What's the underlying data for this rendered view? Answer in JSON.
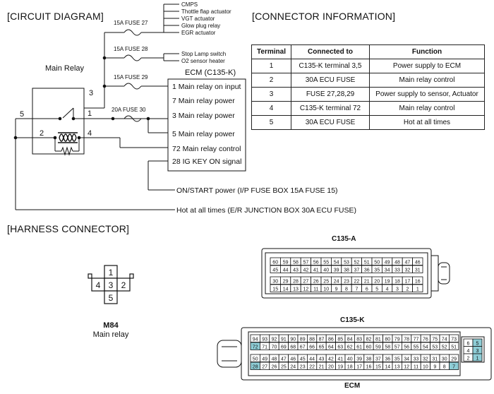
{
  "sections": {
    "circuit": "[CIRCUIT DIAGRAM]",
    "connector": "[CONNECTOR INFORMATION]",
    "harness": "[HARNESS CONNECTOR]"
  },
  "relay": {
    "title": "Main Relay",
    "pins": [
      "1",
      "2",
      "3",
      "4",
      "5"
    ]
  },
  "fuses": {
    "f27": "15A FUSE 27",
    "f28": "15A FUSE 28",
    "f29": "15A FUSE 29",
    "f30": "20A FUSE 30"
  },
  "loads27": [
    "CMPS",
    "Thottle flap actuator",
    "VGT actuator",
    "Glow plug relay",
    "EGR actuator"
  ],
  "loads28": [
    "Stop Lamp switch",
    "O2 sensor heater"
  ],
  "ecm_box": {
    "title": "ECM (C135-K)",
    "pins": [
      "1 Main relay on input",
      "7 Main relay power",
      "3 Main relay power",
      "5 Main relay power",
      "72 Main relay control",
      "28 IG KEY ON signal"
    ]
  },
  "bottom_labels": {
    "on_start": "ON/START power (I/P FUSE BOX 15A FUSE 15)",
    "hot": "Hot at all times (E/R JUNCTION BOX 30A ECU FUSE)"
  },
  "connector_table": {
    "headers": [
      "Terminal",
      "Connected to",
      "Function"
    ],
    "rows": [
      [
        "1",
        "C135-K terminal 3,5",
        "Power supply to ECM"
      ],
      [
        "2",
        "30A ECU FUSE",
        "Main relay control"
      ],
      [
        "3",
        "FUSE 27,28,29",
        "Power supply to sensor, Actuator"
      ],
      [
        "4",
        "C135-K terminal 72",
        "Main relay control"
      ],
      [
        "5",
        "30A ECU FUSE",
        "Hot at all times"
      ]
    ]
  },
  "m84": {
    "pins": [
      "1",
      "4",
      "3",
      "2",
      "5"
    ],
    "id": "M84",
    "name": "Main relay"
  },
  "c135a": {
    "title": "C135-A",
    "row1": [
      "60",
      "59",
      "58",
      "57",
      "56",
      "55",
      "54",
      "53",
      "52",
      "51",
      "50",
      "49",
      "48",
      "47",
      "46"
    ],
    "row2": [
      "45",
      "44",
      "43",
      "42",
      "41",
      "40",
      "39",
      "38",
      "37",
      "36",
      "35",
      "34",
      "33",
      "32",
      "31"
    ],
    "row3": [
      "30",
      "29",
      "28",
      "27",
      "26",
      "25",
      "24",
      "23",
      "22",
      "21",
      "20",
      "19",
      "18",
      "17",
      "16"
    ],
    "row4": [
      "15",
      "14",
      "13",
      "12",
      "11",
      "10",
      "9",
      "8",
      "7",
      "6",
      "5",
      "4",
      "3",
      "2",
      "1"
    ]
  },
  "c135k": {
    "title": "C135-K",
    "row1": [
      "94",
      "93",
      "92",
      "91",
      "90",
      "89",
      "88",
      "87",
      "86",
      "85",
      "84",
      "83",
      "82",
      "81",
      "80",
      "79",
      "78",
      "77",
      "76",
      "75",
      "74",
      "73"
    ],
    "row2": [
      "72",
      "71",
      "70",
      "69",
      "68",
      "67",
      "66",
      "65",
      "64",
      "63",
      "62",
      "61",
      "60",
      "59",
      "58",
      "57",
      "56",
      "55",
      "54",
      "53",
      "52",
      "51"
    ],
    "row3": [
      "50",
      "49",
      "48",
      "47",
      "46",
      "45",
      "44",
      "43",
      "42",
      "41",
      "40",
      "39",
      "38",
      "37",
      "36",
      "35",
      "34",
      "33",
      "32",
      "31",
      "30",
      "29"
    ],
    "row4": [
      "28",
      "27",
      "26",
      "25",
      "24",
      "23",
      "22",
      "21",
      "20",
      "19",
      "18",
      "17",
      "16",
      "15",
      "14",
      "13",
      "12",
      "11",
      "10",
      "9",
      "8",
      "7"
    ],
    "side": [
      "6",
      "5",
      "4",
      "3",
      "2",
      "1"
    ],
    "highlighted": [
      "72",
      "28",
      "7",
      "5",
      "3",
      "1"
    ],
    "highlight_color": "#8ecdd6",
    "footer": "ECM"
  }
}
